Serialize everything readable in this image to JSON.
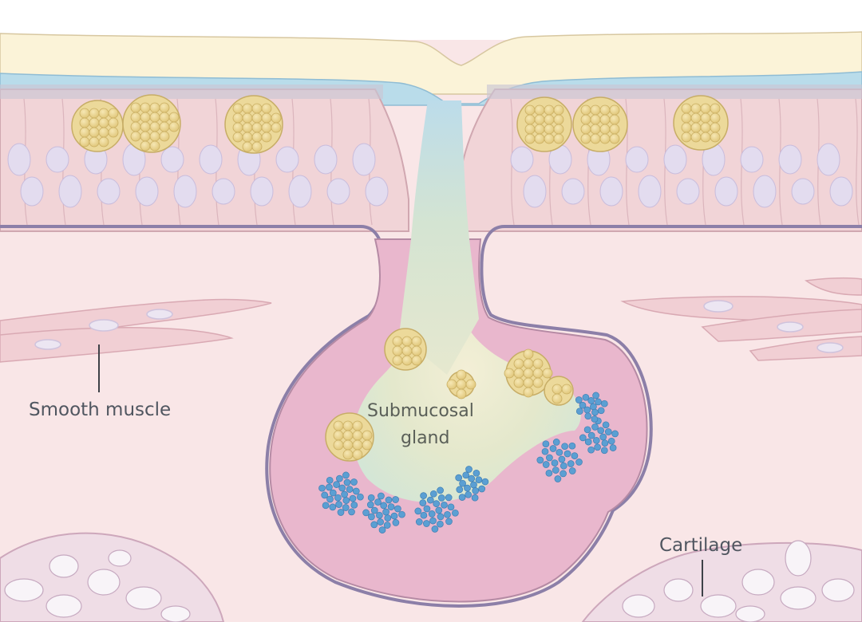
{
  "labels": {
    "smooth_muscle": "Smooth muscle",
    "gland_line1": "Submucosal",
    "gland_line2": "gland",
    "cartilage": "Cartilage"
  },
  "colors": {
    "mucus_top": "#fbf3d8",
    "airway_surface_liquid": "#b9dcea",
    "epithelium": "#f1d4d7",
    "submucosa": "#f9e6e7",
    "gland_cells": "#e9b7cd",
    "serous_granules": "#5b9fd3",
    "mucous_granules": "#e6cf85",
    "cartilage": "#efdde6"
  }
}
